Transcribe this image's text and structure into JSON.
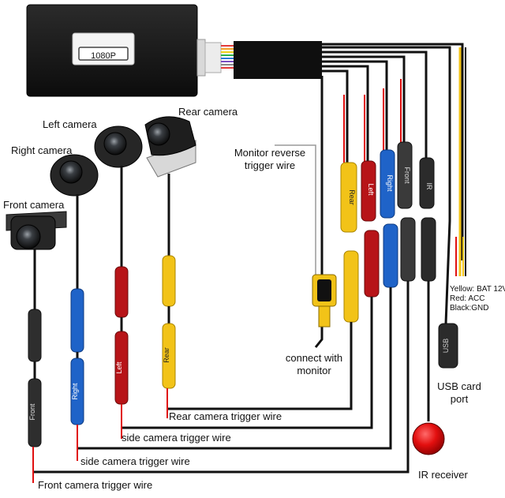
{
  "device": {
    "badge": "1080P"
  },
  "cameras": {
    "rear": "Rear camera",
    "left": "Left camera",
    "right": "Right camera",
    "front": "Front camera"
  },
  "connectors": {
    "rear": "Rear",
    "left": "Left",
    "right": "Right",
    "front": "Front",
    "ir": "IR",
    "usb": "USB"
  },
  "labels": {
    "monitor_trigger": [
      "Monitor reverse",
      "trigger wire"
    ],
    "connect_monitor": [
      "connect with",
      "monitor"
    ],
    "power": [
      "Yellow: BAT 12V",
      "Red: ACC",
      "Black:GND"
    ],
    "usb_port": [
      "USB card",
      "port"
    ],
    "ir_receiver": "IR receiver",
    "rear_trigger": "Rear camera trigger wire",
    "side_trigger_1": "side camera trigger wire",
    "side_trigger_2": "side camera trigger wire",
    "front_trigger": "Front camera trigger wire"
  },
  "colors": {
    "wire": "#111111",
    "trigger": "#e01010",
    "yellow": "#f2c318",
    "red": "#c0141a",
    "blue": "#1f63c8",
    "gray": "#3a3a3a"
  }
}
